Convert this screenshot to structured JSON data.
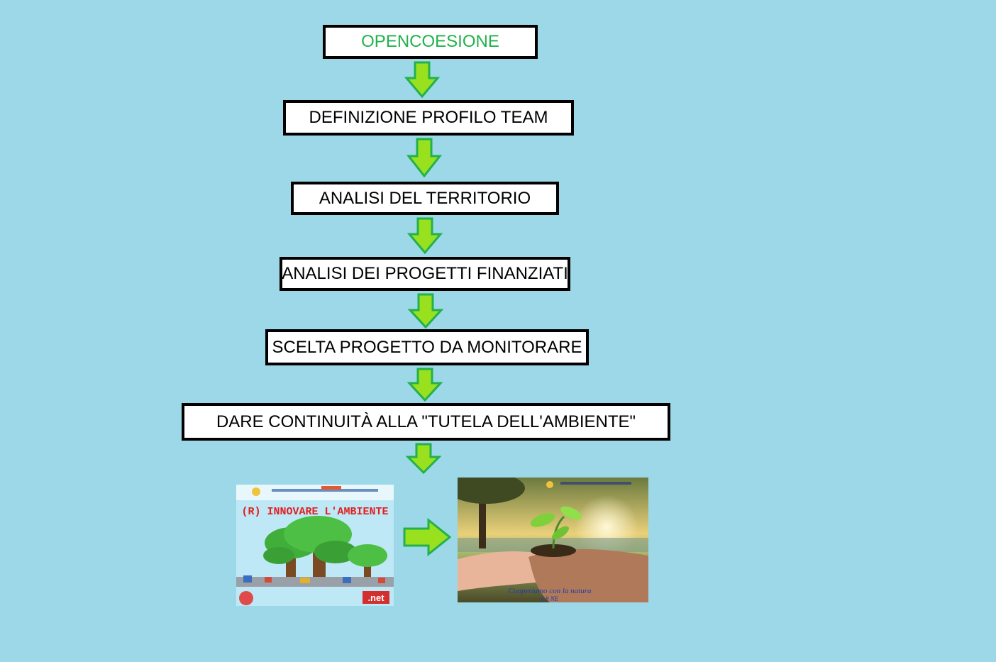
{
  "flow": {
    "steps": [
      {
        "label": "OPENCOESIONE",
        "color": "#22b14c"
      },
      {
        "label": "DEFINIZIONE PROFILO TEAM",
        "color": "#000000"
      },
      {
        "label": "ANALISI DEL TERRITORIO",
        "color": "#000000"
      },
      {
        "label": "ANALISI DEI PROGETTI FINANZIATI",
        "color": "#000000"
      },
      {
        "label": "SCELTA PROGETTO DA MONITORARE",
        "color": "#000000"
      },
      {
        "label": "DARE CONTINUITÀ ALLA \"TUTELA DELL'AMBIENTE\"",
        "color": "#000000"
      }
    ],
    "arrow_fill": "#99e01f",
    "arrow_stroke": "#22b14c"
  },
  "images": {
    "left": {
      "title": "(R) INNOVARE  L'AMBIENTE",
      "badge": ".net",
      "description_icon": "tree-illustration"
    },
    "right": {
      "caption_line1": "Cooperiamo con la natura",
      "caption_line2": "è 8 NE",
      "description_icon": "seedling-in-hands"
    }
  },
  "colors": {
    "background": "#9dd8e8"
  }
}
